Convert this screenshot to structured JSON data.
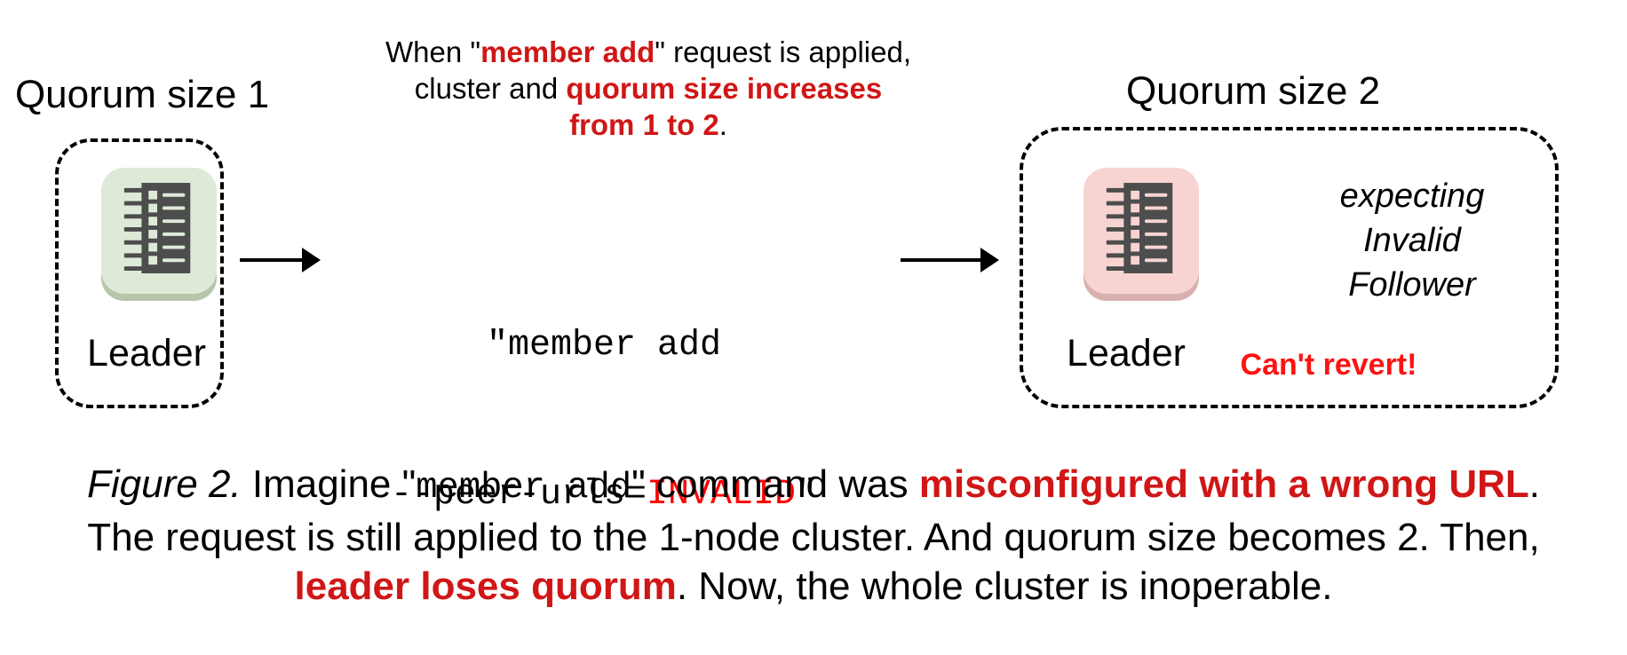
{
  "colors": {
    "red_emphasis": "#d01616",
    "red_code": "#ff0000",
    "red_warning": "#ff1212",
    "node_green_bg": "#dcead7",
    "node_green_shadow": "#b7c5ab",
    "node_pink_bg": "#f7d4d2",
    "node_pink_shadow": "#d8b0ae",
    "icon_dark": "#4d4d4d"
  },
  "left_cluster": {
    "title": "Quorum size 1",
    "node_label": "Leader"
  },
  "annotation": {
    "lines": [
      {
        "pre": "When \"",
        "red": "member add",
        "post": "\" request is applied,"
      },
      {
        "pre": "cluster and ",
        "red": "quorum size increases",
        "post": ""
      },
      {
        "pre": "",
        "red": "from 1 to 2",
        "post": "."
      }
    ]
  },
  "command": {
    "line1": "\"member add",
    "line2_flag": "--peer-urls=",
    "line2_value": "INVALID",
    "line2_close": "\""
  },
  "right_cluster": {
    "title": "Quorum size 2",
    "node_label": "Leader",
    "expecting_lines": [
      "expecting",
      "Invalid",
      "Follower"
    ],
    "warning": "Can't revert!"
  },
  "caption": {
    "line1": {
      "fig": "Figure 2.",
      "s1": " Imagine \"",
      "code": "member add",
      "s2": "\" command was ",
      "red": "misconfigured with a wrong URL",
      "s3": "."
    },
    "line2": "The request is still applied to the 1-node cluster. And quorum size becomes 2. Then,",
    "line3": {
      "red": "leader loses quorum",
      "s1": ". Now, the whole cluster is inoperable."
    }
  }
}
